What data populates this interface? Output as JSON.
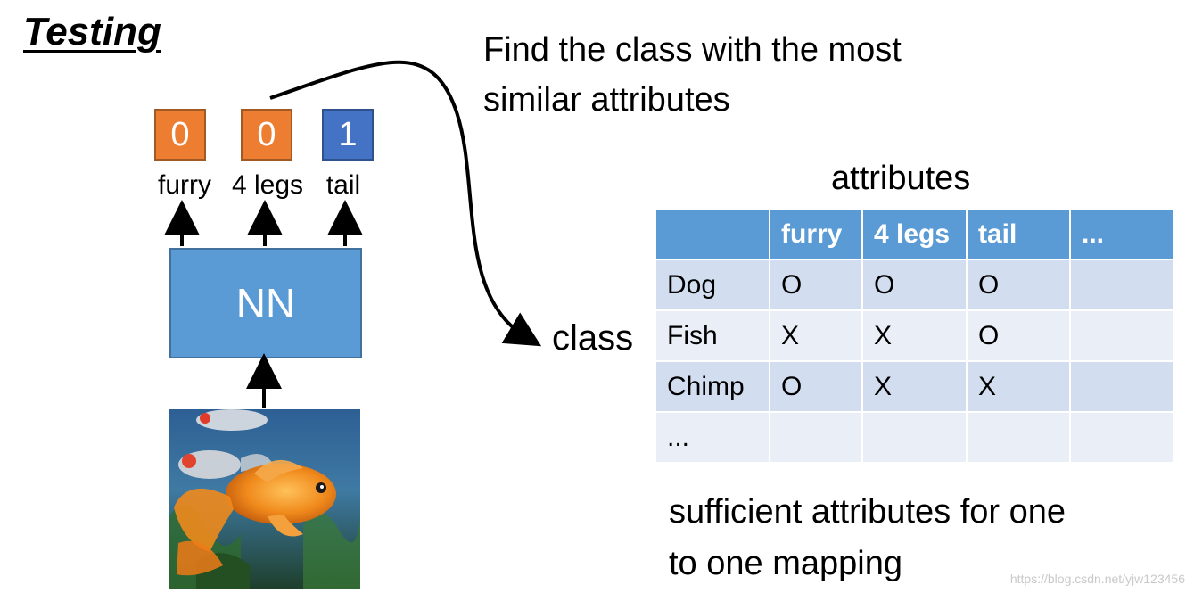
{
  "heading": "Testing",
  "outputs": [
    {
      "value": "0",
      "label": "furry",
      "color": "#ed7d31"
    },
    {
      "value": "0",
      "label": "4 legs",
      "color": "#ed7d31"
    },
    {
      "value": "1",
      "label": "tail",
      "color": "#4472c4"
    }
  ],
  "model_label": "NN",
  "input_image": "goldfish-photo",
  "note_top": "Find the class with the most\nsimilar attributes",
  "class_label": "class",
  "table": {
    "title": "attributes",
    "columns": [
      "",
      "furry",
      "4 legs",
      "tail",
      "..."
    ],
    "rows": [
      [
        "Dog",
        "O",
        "O",
        "O",
        ""
      ],
      [
        "Fish",
        "X",
        "X",
        "O",
        ""
      ],
      [
        "Chimp",
        "O",
        "X",
        "X",
        ""
      ],
      [
        "...",
        "",
        "",
        "",
        ""
      ]
    ]
  },
  "note_bottom": "sufficient attributes for one\nto one mapping",
  "watermark": "https://blog.csdn.net/yjw123456",
  "colors": {
    "header": "#5b9bd5",
    "row_dark": "#d2deef",
    "row_light": "#eaeff7",
    "nn_box": "#5b9bd5"
  }
}
